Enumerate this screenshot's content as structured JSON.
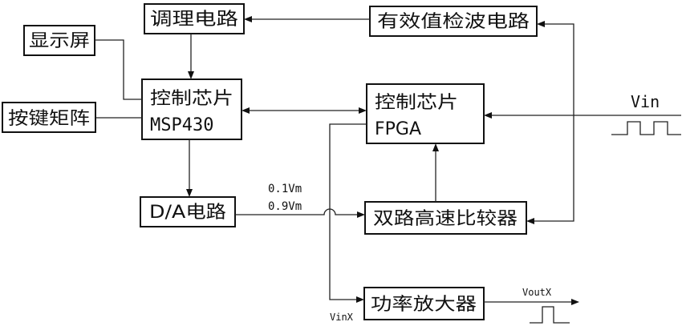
{
  "blocks": {
    "conditioning": "调理电路",
    "rms_detector": "有效值检波电路",
    "display": "显示屏",
    "keypad": "按键矩阵",
    "mcu": {
      "line1": "控制芯片",
      "line2": "MSP430"
    },
    "fpga": {
      "line1": "控制芯片",
      "line2": "FPGA"
    },
    "dac": "D/A电路",
    "comparator": "双路高速比较器",
    "power_amp": "功率放大器"
  },
  "signals": {
    "vin": "Vin",
    "vinx": "VinX",
    "voutx": "VoutX",
    "thresholds": [
      "0.1Vm",
      "0.9Vm"
    ]
  }
}
